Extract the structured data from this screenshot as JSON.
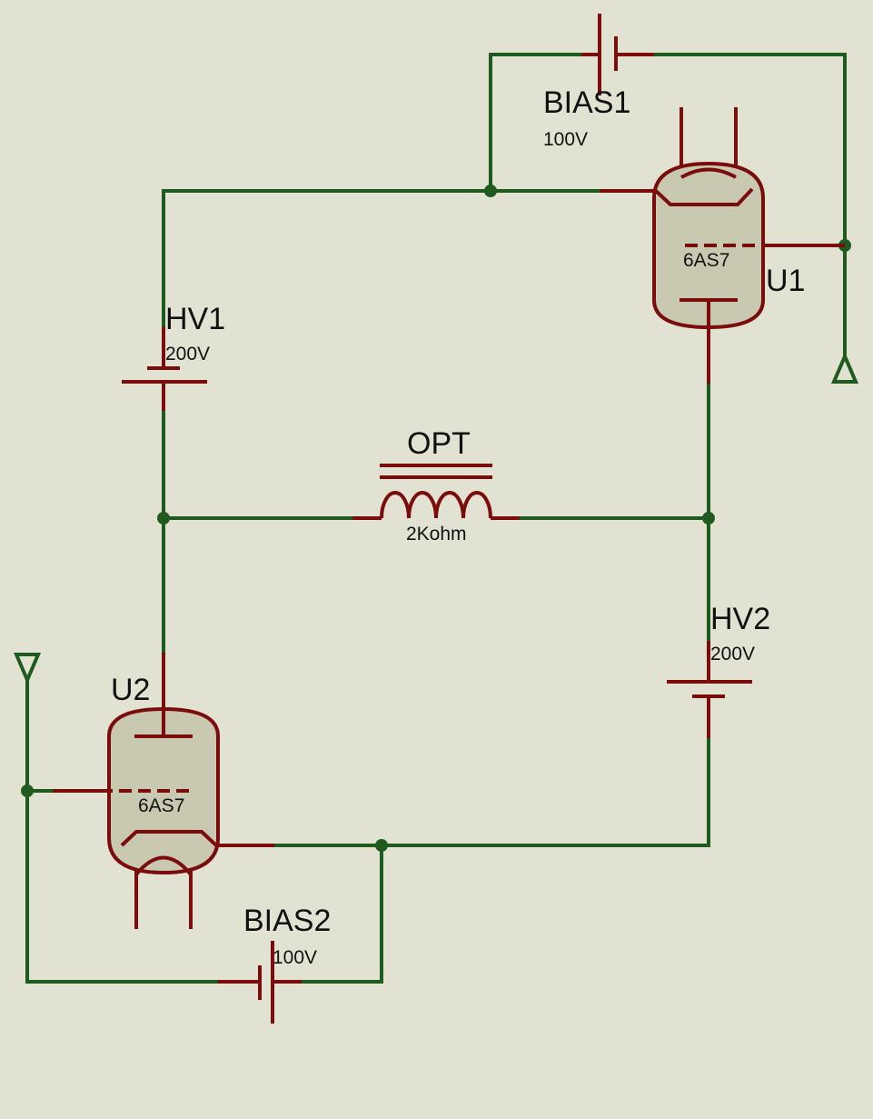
{
  "components": {
    "bias1": {
      "ref": "BIAS1",
      "value": "100V"
    },
    "bias2": {
      "ref": "BIAS2",
      "value": "100V"
    },
    "hv1": {
      "ref": "HV1",
      "value": "200V"
    },
    "hv2": {
      "ref": "HV2",
      "value": "200V"
    },
    "opt": {
      "ref": "OPT",
      "value": "2Kohm"
    },
    "u1": {
      "ref": "U1",
      "part": "6AS7"
    },
    "u2": {
      "ref": "U2",
      "part": "6AS7"
    }
  },
  "colors": {
    "background": "#e2e2d3",
    "wire": "#1f5a1f",
    "component": "#7a0c0c",
    "tube_fill": "#c9c9b1"
  }
}
